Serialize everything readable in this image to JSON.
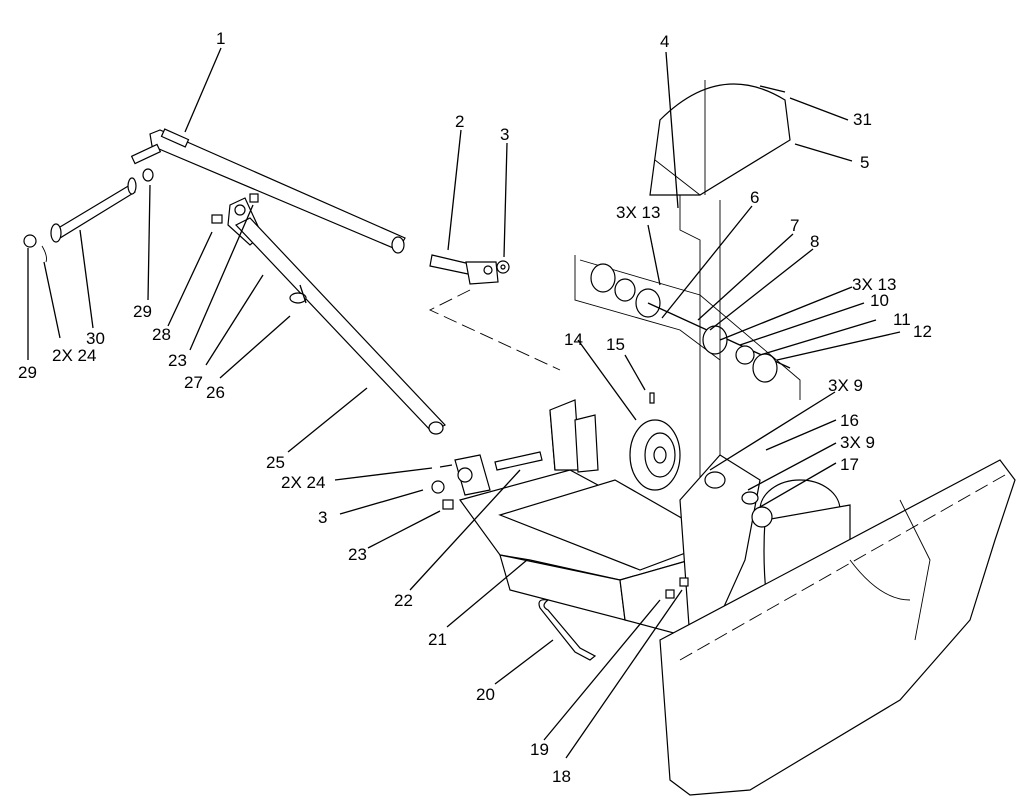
{
  "callouts": [
    {
      "id": "c1",
      "text": "1"
    },
    {
      "id": "c2",
      "text": "2"
    },
    {
      "id": "c3a",
      "text": "3"
    },
    {
      "id": "c4",
      "text": "4"
    },
    {
      "id": "c31",
      "text": "31"
    },
    {
      "id": "c5",
      "text": "5"
    },
    {
      "id": "c3x13a",
      "text": "3X 13"
    },
    {
      "id": "c6",
      "text": "6"
    },
    {
      "id": "c7",
      "text": "7"
    },
    {
      "id": "c8",
      "text": "8"
    },
    {
      "id": "c3x13b",
      "text": "3X 13"
    },
    {
      "id": "c10",
      "text": "10"
    },
    {
      "id": "c11",
      "text": "11"
    },
    {
      "id": "c12",
      "text": "12"
    },
    {
      "id": "c3x9a",
      "text": "3X 9"
    },
    {
      "id": "c16",
      "text": "16"
    },
    {
      "id": "c3x9b",
      "text": "3X 9"
    },
    {
      "id": "c17",
      "text": "17"
    },
    {
      "id": "c14",
      "text": "14"
    },
    {
      "id": "c15",
      "text": "15"
    },
    {
      "id": "c29a",
      "text": "29"
    },
    {
      "id": "c28",
      "text": "28"
    },
    {
      "id": "c30",
      "text": "30"
    },
    {
      "id": "c2x24a",
      "text": "2X 24"
    },
    {
      "id": "c29b",
      "text": "29"
    },
    {
      "id": "c23a",
      "text": "23"
    },
    {
      "id": "c27",
      "text": "27"
    },
    {
      "id": "c26",
      "text": "26"
    },
    {
      "id": "c25",
      "text": "25"
    },
    {
      "id": "c2x24b",
      "text": "2X 24"
    },
    {
      "id": "c3b",
      "text": "3"
    },
    {
      "id": "c23b",
      "text": "23"
    },
    {
      "id": "c22",
      "text": "22"
    },
    {
      "id": "c21",
      "text": "21"
    },
    {
      "id": "c20",
      "text": "20"
    },
    {
      "id": "c19",
      "text": "19"
    },
    {
      "id": "c18",
      "text": "18"
    }
  ]
}
